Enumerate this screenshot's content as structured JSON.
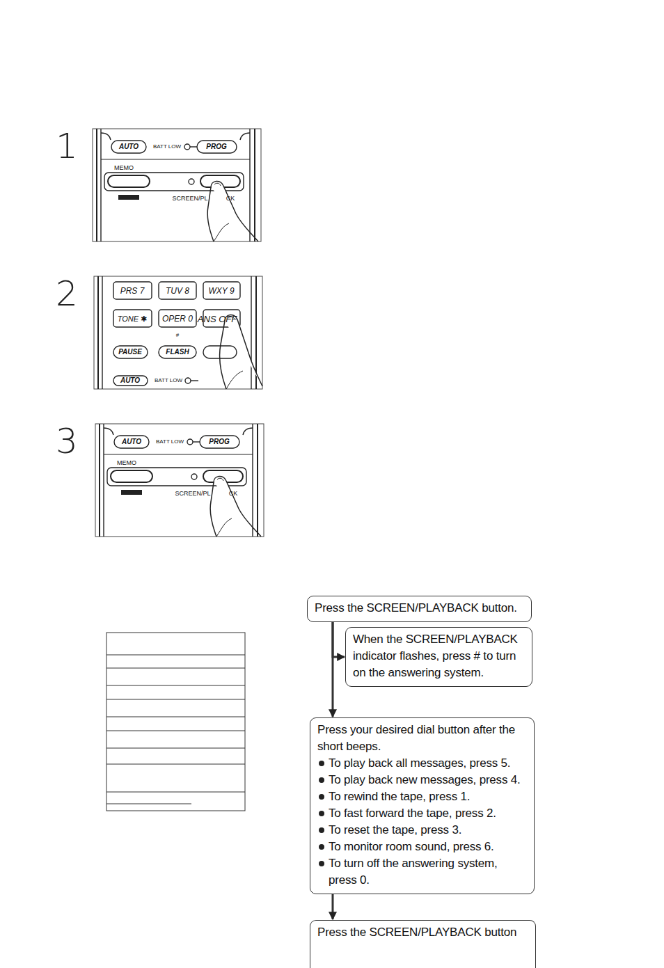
{
  "diagram": {
    "nodes": [
      {
        "text": [
          "Press the SCREEN/PLAYBACK button."
        ]
      },
      {
        "text": [
          "When the SCREEN/PLAYBACK indicator flashes, press # to turn on the answering system."
        ]
      },
      {
        "text": [
          "Press your desired dial button after the short beeps.",
          "To play back all messages, press 5.",
          "To play back new messages, press 4.",
          "To rewind the tape, press 1.",
          "To fast forward the tape, press 2.",
          "To reset the tape, press 3.",
          "To monitor room sound, press 6.",
          "To turn off the answering system, press 0."
        ]
      },
      {
        "text": [
          "Press the SCREEN/PLAYBACK button"
        ]
      }
    ],
    "edges": [
      {
        "from": 0,
        "to": 2,
        "arrow": "to"
      },
      {
        "from": 0,
        "to": 1,
        "arrow": "to"
      },
      {
        "from": 2,
        "to": 3,
        "arrow": "to"
      }
    ],
    "labels": [
      "1",
      "AUTO",
      "BATT LOW",
      "PROG",
      "MEMO",
      "SCREEN/PL",
      "CK",
      "2",
      "PRS 7",
      "TUV 8",
      "WXY 9",
      "TONE ✱",
      "OPER 0",
      "ANS OFF",
      "#",
      "PAUSE",
      "FLASH",
      "AUTO",
      "BATT LOW",
      "3",
      "AUTO",
      "BATT LOW",
      "PROG",
      "MEMO",
      "SCREEN/PL",
      "CK"
    ]
  }
}
